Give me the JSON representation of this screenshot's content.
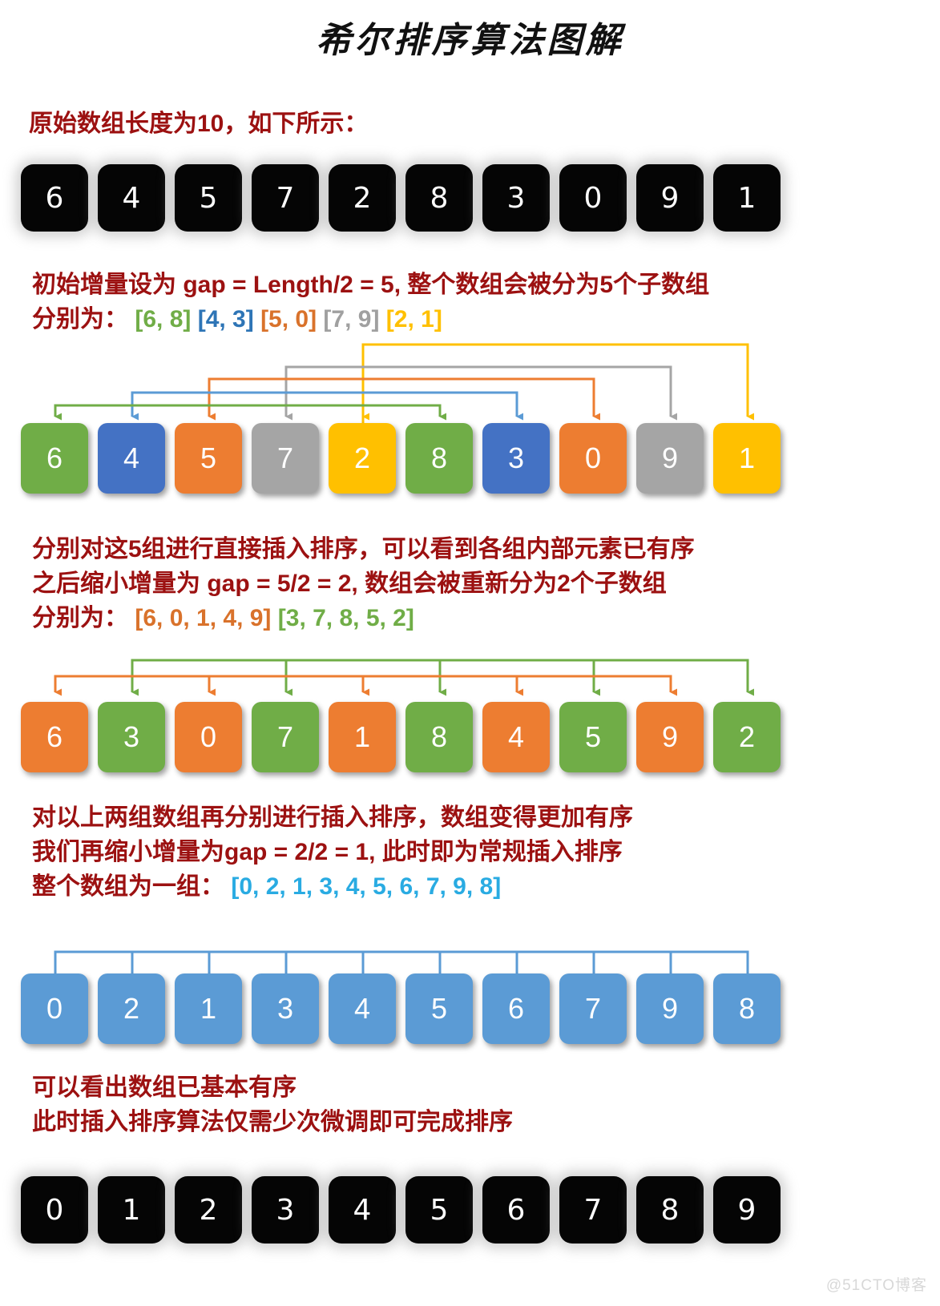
{
  "title": "希尔排序算法图解",
  "watermark": "@51CTO博客",
  "captions": {
    "intro": "原始数组长度为10，如下所示：",
    "step1_line1": "初始增量设为 gap = Length/2 = 5, 整个数组会被分为5个子数组",
    "step1_line2_label": "分别为：",
    "step1_groups": [
      {
        "text": "[6, 8]",
        "color": "green"
      },
      {
        "text": "[4, 3]",
        "color": "blue"
      },
      {
        "text": "[5, 0]",
        "color": "orange"
      },
      {
        "text": "[7, 9]",
        "color": "gray"
      },
      {
        "text": "[2, 1]",
        "color": "yellow"
      }
    ],
    "step2_line1": "分别对这5组进行直接插入排序，可以看到各组内部元素已有序",
    "step2_line2": "之后缩小增量为 gap = 5/2 = 2, 数组会被重新分为2个子数组",
    "step2_line3_label": "分别为：",
    "step2_groups": [
      {
        "text": "[6, 0, 1, 4, 9]",
        "color": "orange"
      },
      {
        "text": "[3, 7, 8, 5, 2]",
        "color": "green"
      }
    ],
    "step3_line1": "对以上两组数组再分别进行插入排序，数组变得更加有序",
    "step3_line2": "我们再缩小增量为gap = 2/2 = 1, 此时即为常规插入排序",
    "step3_line3_label": "整个数组为一组：",
    "step3_groups": [
      {
        "text": "[0, 2, 1, 3, 4, 5, 6, 7, 9, 8]",
        "color": "cyan"
      }
    ],
    "final_line1": "可以看出数组已基本有序",
    "final_line2": "此时插入排序算法仅需少次微调即可完成排序"
  },
  "palette": {
    "green": "#70AD47",
    "blue": "#4472C4",
    "orange": "#ED7D31",
    "gray": "#A5A5A5",
    "yellow": "#FFC000",
    "lightblue": "#5B9BD5",
    "black": "#050505",
    "red_text": "#9C1111"
  },
  "rows": {
    "original": {
      "values": [
        "6",
        "4",
        "5",
        "7",
        "2",
        "8",
        "3",
        "0",
        "9",
        "1"
      ],
      "colors": [
        "black",
        "black",
        "black",
        "black",
        "black",
        "black",
        "black",
        "black",
        "black",
        "black"
      ]
    },
    "gap5": {
      "values": [
        "6",
        "4",
        "5",
        "7",
        "2",
        "8",
        "3",
        "0",
        "9",
        "1"
      ],
      "colors": [
        "green",
        "blue",
        "orange",
        "gray",
        "yellow",
        "green",
        "blue",
        "orange",
        "gray",
        "yellow"
      ]
    },
    "gap2": {
      "values": [
        "6",
        "3",
        "0",
        "7",
        "1",
        "8",
        "4",
        "5",
        "9",
        "2"
      ],
      "colors": [
        "orange",
        "green",
        "orange",
        "green",
        "orange",
        "green",
        "orange",
        "green",
        "orange",
        "green"
      ]
    },
    "gap1": {
      "values": [
        "0",
        "2",
        "1",
        "3",
        "4",
        "5",
        "6",
        "7",
        "9",
        "8"
      ],
      "colors": [
        "lightblue",
        "lightblue",
        "lightblue",
        "lightblue",
        "lightblue",
        "lightblue",
        "lightblue",
        "lightblue",
        "lightblue",
        "lightblue"
      ]
    },
    "sorted": {
      "values": [
        "0",
        "1",
        "2",
        "3",
        "4",
        "5",
        "6",
        "7",
        "8",
        "9"
      ],
      "colors": [
        "black",
        "black",
        "black",
        "black",
        "black",
        "black",
        "black",
        "black",
        "black",
        "black"
      ]
    }
  },
  "chart_data": {
    "type": "diagram",
    "title": "希尔排序算法图解",
    "algorithm": "Shell Sort",
    "array_length": 10,
    "steps": [
      {
        "gap": null,
        "label": "原始数组",
        "array": [
          6,
          4,
          5,
          7,
          2,
          8,
          3,
          0,
          9,
          1
        ]
      },
      {
        "gap": 5,
        "label": "gap = Length/2 = 5",
        "array": [
          6,
          4,
          5,
          7,
          2,
          8,
          3,
          0,
          9,
          1
        ],
        "subarrays": [
          [
            6,
            8
          ],
          [
            4,
            3
          ],
          [
            5,
            0
          ],
          [
            7,
            9
          ],
          [
            2,
            1
          ]
        ]
      },
      {
        "gap": 2,
        "label": "gap = 5/2 = 2",
        "array": [
          6,
          3,
          0,
          7,
          1,
          8,
          4,
          5,
          9,
          2
        ],
        "subarrays": [
          [
            6,
            0,
            1,
            4,
            9
          ],
          [
            3,
            7,
            8,
            5,
            2
          ]
        ]
      },
      {
        "gap": 1,
        "label": "gap = 2/2 = 1",
        "array": [
          0,
          2,
          1,
          3,
          4,
          5,
          6,
          7,
          9,
          8
        ],
        "subarrays": [
          [
            0,
            2,
            1,
            3,
            4,
            5,
            6,
            7,
            9,
            8
          ]
        ]
      },
      {
        "gap": null,
        "label": "排序完成",
        "array": [
          0,
          1,
          2,
          3,
          4,
          5,
          6,
          7,
          8,
          9
        ]
      }
    ]
  }
}
